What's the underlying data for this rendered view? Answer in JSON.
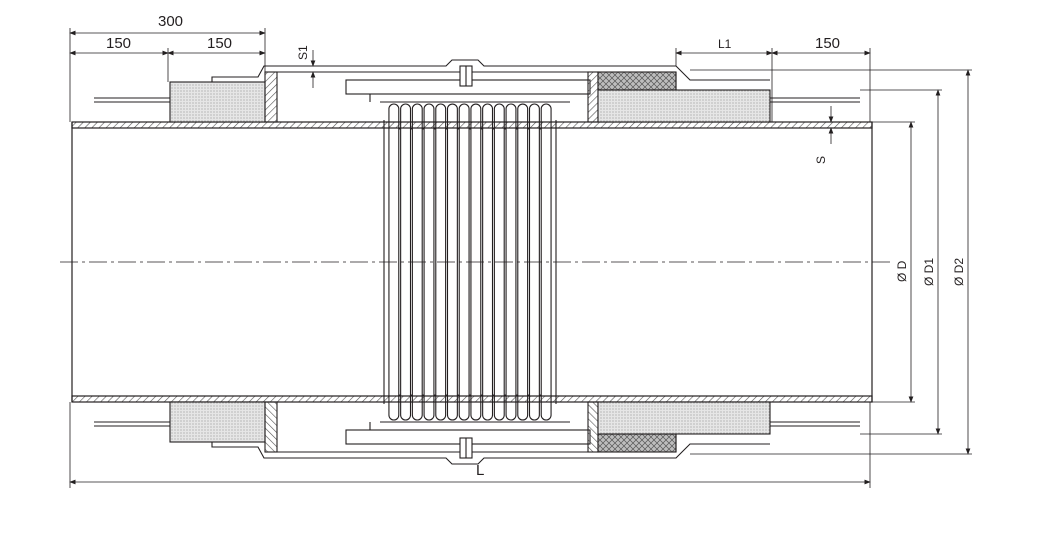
{
  "drawing": {
    "dimensions": {
      "overall_left": "300",
      "left_a": "150",
      "left_b": "150",
      "s1": "S1",
      "l1": "L1",
      "right_150": "150",
      "s": "S",
      "d": "Ø D",
      "d1": "Ø D1",
      "d2": "Ø D2",
      "l": "L"
    },
    "bellows_convolutions": 14,
    "colors": {
      "line": "#231f20",
      "hatch": "#555555",
      "insulation": "#c8c8c8",
      "mesh": "#777777"
    }
  }
}
